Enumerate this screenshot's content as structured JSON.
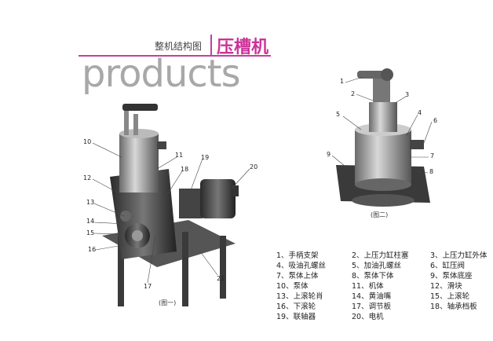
{
  "header": {
    "subtitle": "整机结构图",
    "title": "压槽机",
    "products_word": "products"
  },
  "figure1": {
    "caption": "(图一)",
    "callouts": [
      "10",
      "11",
      "12",
      "13",
      "14",
      "15",
      "16",
      "17",
      "18",
      "19",
      "20",
      "21"
    ]
  },
  "figure2": {
    "caption": "(图二)",
    "callouts": [
      "1",
      "2",
      "3",
      "4",
      "5",
      "6",
      "7",
      "8",
      "9"
    ]
  },
  "legend": {
    "rows": [
      [
        "1、手柄支架",
        "2、上压力缸柱塞",
        "3、上压力缸外体"
      ],
      [
        "4、吸油孔螺丝",
        "5、加油孔螺丝",
        "6、缸压阀"
      ],
      [
        "7、泵体上体",
        "8、泵体下体",
        "9、泵体底座"
      ],
      [
        "10、泵体",
        "11、机体",
        "12、滑块"
      ],
      [
        "13、上滚轮肖",
        "14、黄油嘴",
        "15、上滚轮"
      ],
      [
        "16、下滚轮",
        "17、调节板",
        "18、轴承档板"
      ],
      [
        "19、联轴器",
        "20、电机",
        ""
      ]
    ]
  },
  "colors": {
    "accent": "#cc3399",
    "products_text": "#a8a8a8"
  }
}
